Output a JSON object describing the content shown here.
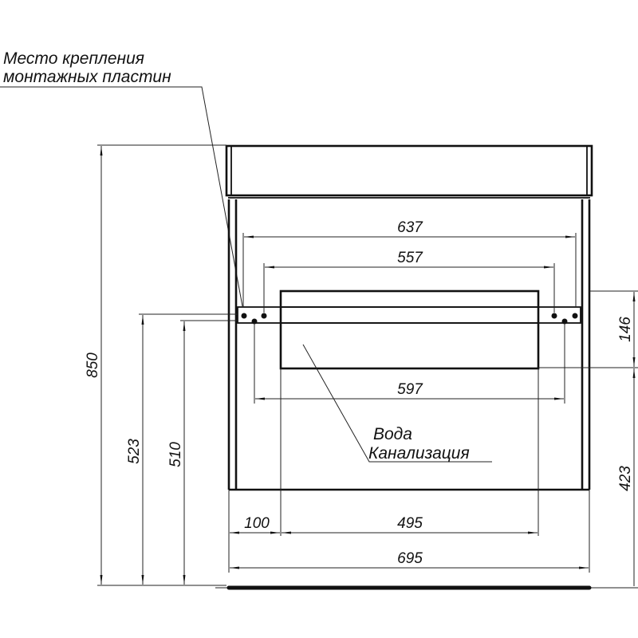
{
  "drawing": {
    "title": "Vanity cabinet front view — installation dimensions",
    "units": "mm",
    "callouts": {
      "mounting": {
        "line1": "Место крепления",
        "line2": "монтажных пластин"
      },
      "utilities": {
        "line1": "Вода",
        "line2": "Канализация"
      }
    },
    "dimensions": {
      "mounting_outer_width": "637",
      "mounting_inner_width": "557",
      "lower_holes_width": "597",
      "utility_zone_height": "146",
      "utility_zone_bottom_height": "423",
      "total_height": "850",
      "upper_hole_height": "523",
      "lower_hole_height": "510",
      "left_offset": "100",
      "utility_zone_width": "495",
      "total_width": "695"
    }
  }
}
